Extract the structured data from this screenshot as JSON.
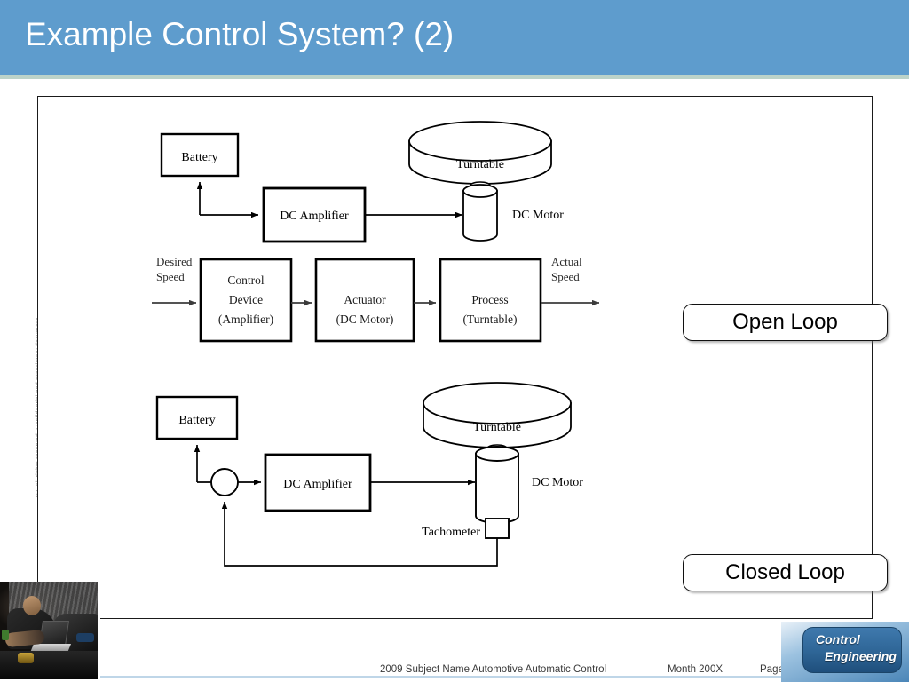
{
  "slide": {
    "title": "Example Control System? (2)",
    "banner_color": "#5e9ccd",
    "banner_underline_color": "#bcd3c9"
  },
  "callouts": {
    "open_loop": "Open Loop",
    "closed_loop": "Closed Loop"
  },
  "diagram_open_loop": {
    "battery": "Battery",
    "dc_amplifier": "DC Amplifier",
    "turntable": "Turntable",
    "dc_motor": "DC Motor"
  },
  "diagram_block": {
    "input_label_line1": "Desired",
    "input_label_line2": "Speed",
    "output_label_line1": "Actual",
    "output_label_line2": "Speed",
    "blocks": [
      {
        "line1": "Control",
        "line2": "Device",
        "line3": "(Amplifier)"
      },
      {
        "line1": "",
        "line2": "Actuator",
        "line3": "(DC Motor)"
      },
      {
        "line1": "",
        "line2": "Process",
        "line3": "(Turntable)"
      }
    ]
  },
  "diagram_closed_loop": {
    "battery": "Battery",
    "dc_amplifier": "DC Amplifier",
    "turntable": "Turntable",
    "dc_motor": "DC Motor",
    "tachometer": "Tachometer"
  },
  "footer": {
    "subject": "2009 Subject Name  Automotive Automatic Control",
    "date": "Month 200X",
    "page": "Page 2"
  },
  "logo": {
    "line1": "Control",
    "line2": "Engineering",
    "badge_color": "#2e6596"
  },
  "sidebar": {
    "copyright": "02. All rights reserved. Confidential and proprietary document."
  }
}
